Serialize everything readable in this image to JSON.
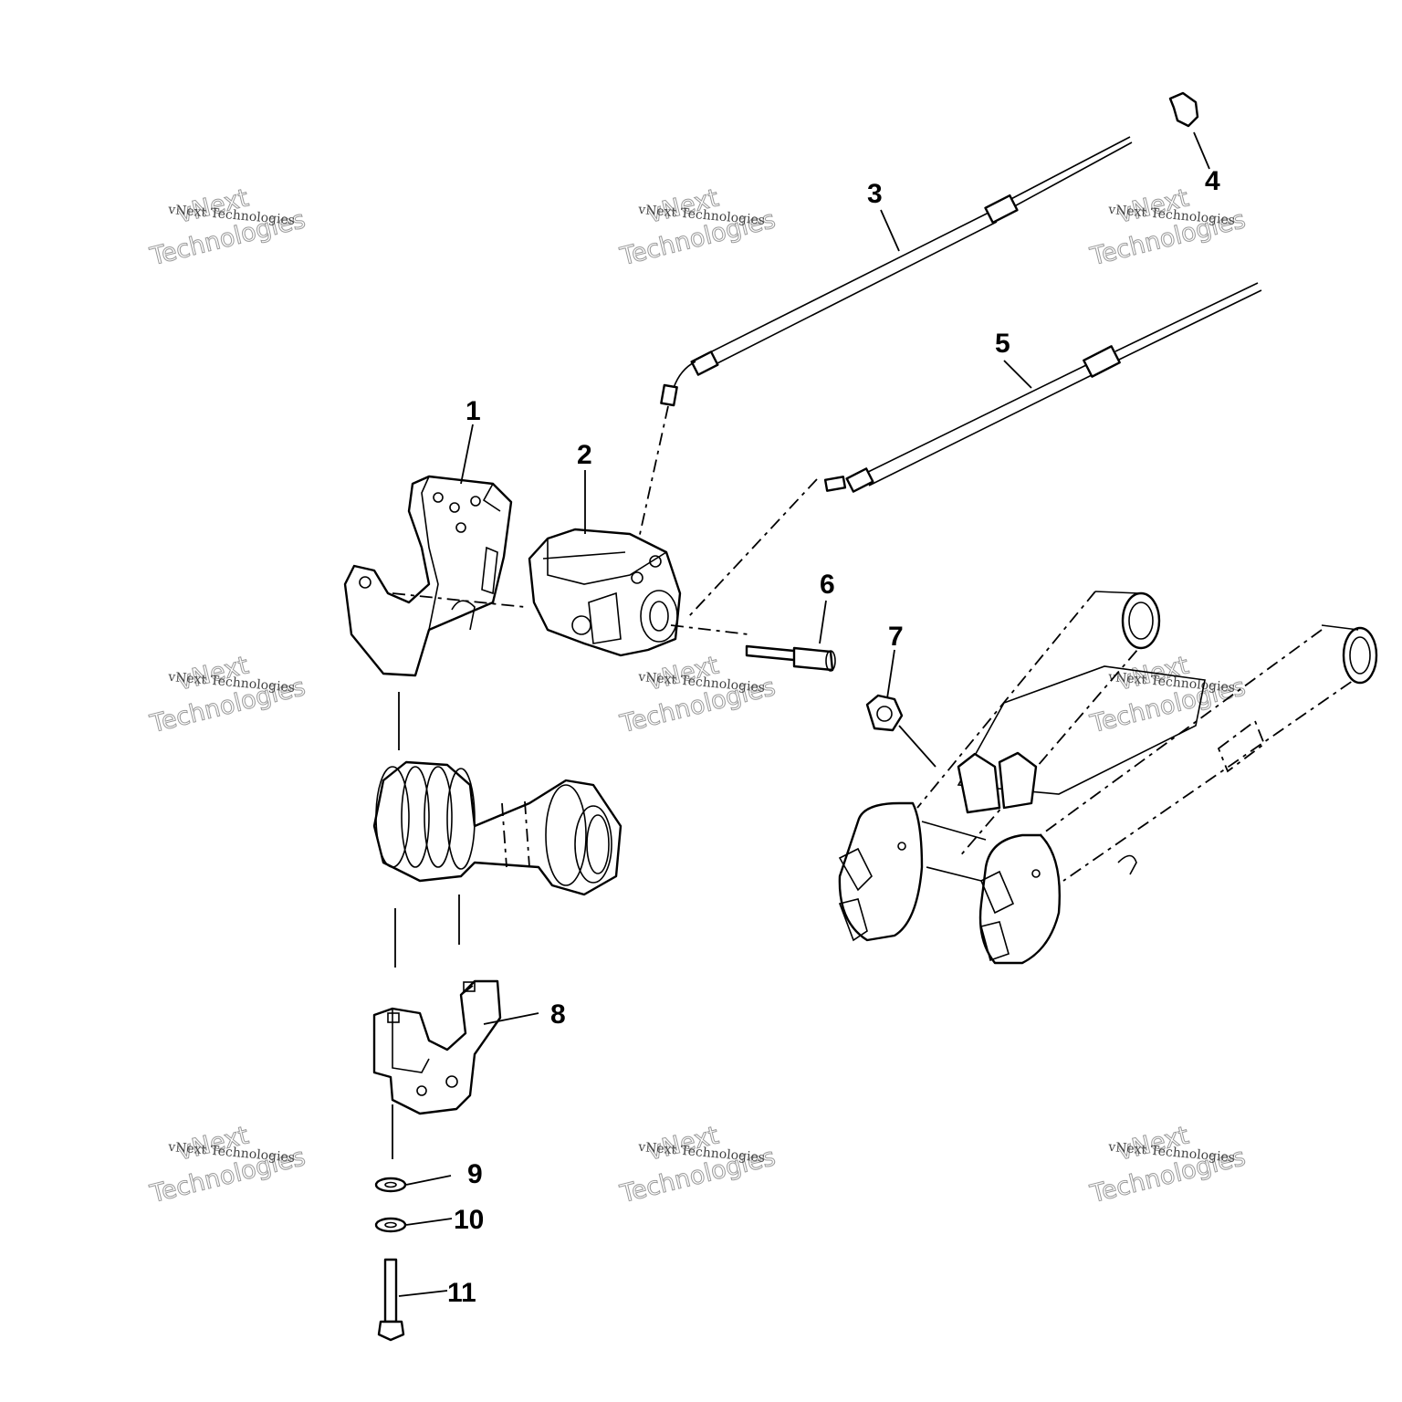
{
  "diagram": {
    "callouts": [
      {
        "id": "c1",
        "label": "1"
      },
      {
        "id": "c2",
        "label": "2"
      },
      {
        "id": "c3",
        "label": "3"
      },
      {
        "id": "c4",
        "label": "4"
      },
      {
        "id": "c5",
        "label": "5"
      },
      {
        "id": "c6",
        "label": "6"
      },
      {
        "id": "c7",
        "label": "7"
      },
      {
        "id": "c8",
        "label": "8"
      },
      {
        "id": "c9",
        "label": "9"
      },
      {
        "id": "c10",
        "label": "10"
      },
      {
        "id": "c11",
        "label": "11"
      }
    ]
  },
  "watermark": {
    "small": "vNext Technologies",
    "big_1": "vNext",
    "big_2": "Technologies"
  }
}
